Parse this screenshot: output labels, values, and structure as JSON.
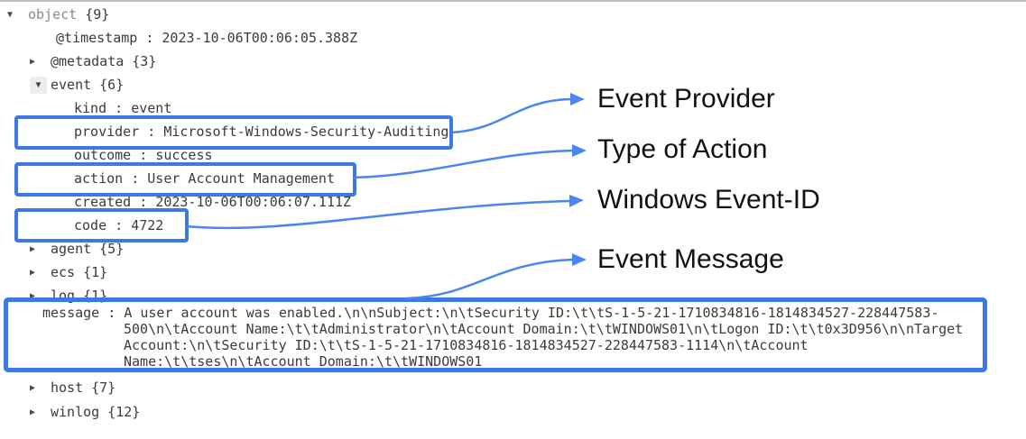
{
  "colors": {
    "highlight_blue": "#3d78e4",
    "connector_blue": "#4a86f0",
    "divider_gray": "#bdbdbd"
  },
  "icons": {
    "expanded": "▼",
    "collapsed": "▶"
  },
  "tree": {
    "separator": " : ",
    "rows": [
      {
        "key": "object",
        "count": "{9}"
      },
      {
        "key": "@timestamp",
        "value": "2023-10-06T00:06:05.388Z"
      },
      {
        "key": "@metadata",
        "count": "{3}"
      },
      {
        "key": "event",
        "count": "{6}"
      },
      {
        "key": "kind",
        "value": "event"
      },
      {
        "key": "provider",
        "value": "Microsoft-Windows-Security-Auditing"
      },
      {
        "key": "outcome",
        "value": "success"
      },
      {
        "key": "action",
        "value": "User Account Management"
      },
      {
        "key": "created",
        "value": "2023-10-06T00:06:07.111Z"
      },
      {
        "key": "code",
        "value": "4722"
      },
      {
        "key": "agent",
        "count": "{5}"
      },
      {
        "key": "ecs",
        "count": "{1}"
      },
      {
        "key": "log",
        "count": "{1}"
      },
      {
        "key": "host",
        "count": "{7}"
      },
      {
        "key": "winlog",
        "count": "{12}"
      }
    ],
    "message": {
      "key": "message",
      "lines": [
        "A user account was enabled.\\n\\nSubject:\\n\\tSecurity ID:\\t\\tS-1-5-21-1710834816-1814834527-228447583-",
        "500\\n\\tAccount Name:\\t\\tAdministrator\\n\\tAccount Domain:\\t\\tWINDOWS01\\n\\tLogon ID:\\t\\t0x3D956\\n\\nTarget",
        "Account:\\n\\tSecurity ID:\\t\\tS-1-5-21-1710834816-1814834527-228447583-1114\\n\\tAccount",
        "Name:\\t\\tses\\n\\tAccount Domain:\\t\\tWINDOWS01"
      ]
    }
  },
  "annotations": [
    {
      "label": "Event Provider"
    },
    {
      "label": "Type of Action"
    },
    {
      "label": "Windows Event-ID"
    },
    {
      "label": "Event Message"
    }
  ]
}
